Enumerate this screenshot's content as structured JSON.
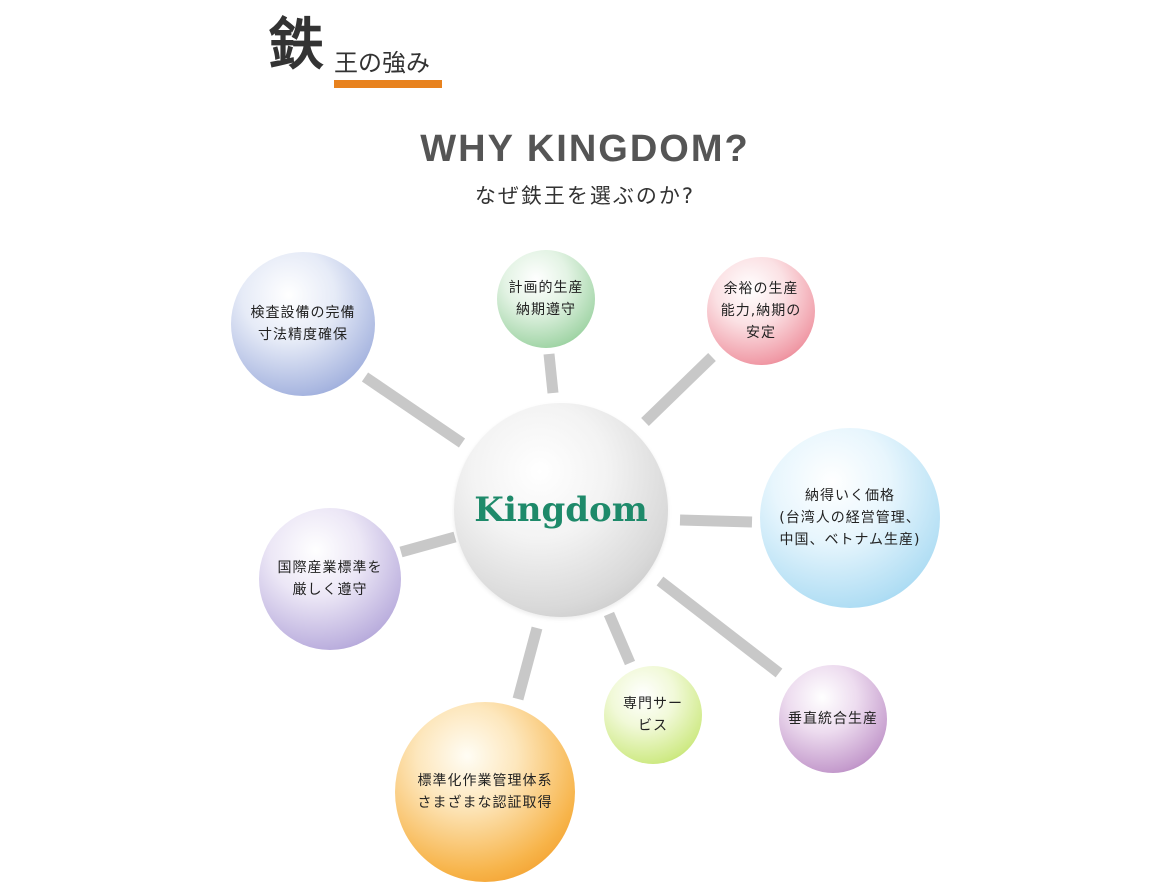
{
  "heading": {
    "big_char": "鉄",
    "small_text": "王の強み",
    "accent_color": "#e8821e"
  },
  "title": "WHY KINGDOM?",
  "subtitle": "なぜ鉄王を選ぶのか?",
  "center": {
    "label": "Kingdom",
    "label_color": "#1e8a6a"
  },
  "nodes": [
    {
      "id": "inspection",
      "text": "検査設備の完備\n寸法精度確保",
      "color": "#7b8fcf"
    },
    {
      "id": "delivery",
      "text": "計画的生産\n納期遵守",
      "color": "#6fbf78"
    },
    {
      "id": "capacity",
      "text": "余裕の生産\n能力,納期の\n安定",
      "color": "#e0566b"
    },
    {
      "id": "price",
      "text": "納得いく価格\n(台湾人の経営管理、\n中国、ベトナム生産)",
      "color": "#84cbee"
    },
    {
      "id": "standards",
      "text": "国際産業標準を\n厳しく遵守",
      "color": "#9786ca"
    },
    {
      "id": "vertical",
      "text": "垂直統合生産",
      "color": "#9c62a9"
    },
    {
      "id": "service",
      "text": "専門サー\nビス",
      "color": "#a9d63b"
    },
    {
      "id": "management",
      "text": "標準化作業管理体系\nさまざまな認証取得",
      "color": "#ef8a10"
    }
  ],
  "connector_color": "#c8c8c8"
}
